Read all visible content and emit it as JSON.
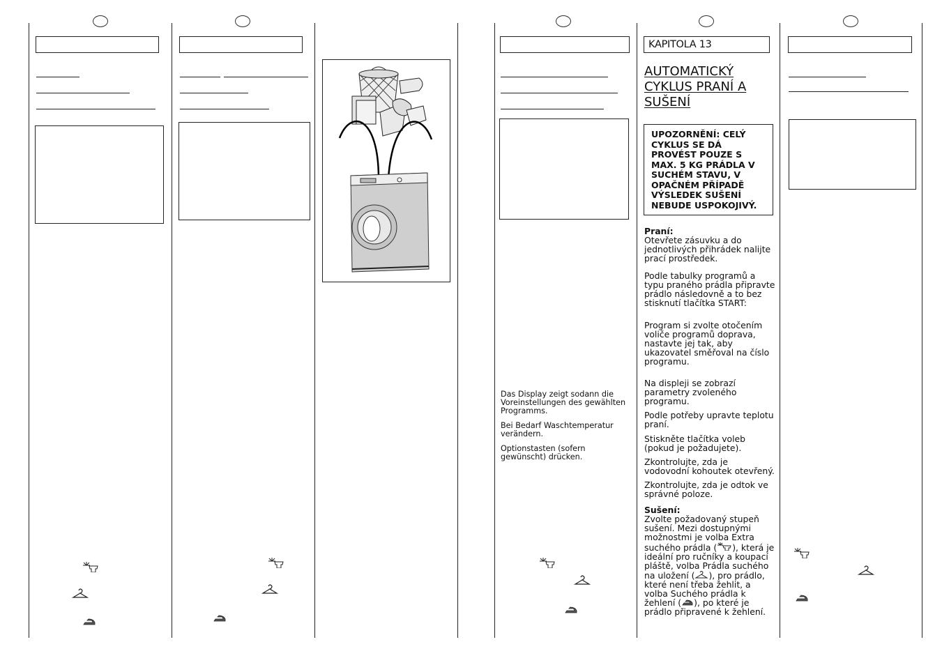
{
  "chapter": {
    "label": "KAPITOLA 13",
    "title": "AUTOMATICKÝ CYKLUS PRANÍ A SUŠENÍ",
    "warning": "UPOZORNĚNÍ: CELÝ CYKLUS SE DÁ PROVÉST POUZE S MAX. 5 KG PRÁDLA V SUCHÉM STAVU, V OPAČNÉM PŘÍPADĚ VÝSLEDEK SUŠENÍ NEBUDE USPOKOJIVÝ."
  },
  "german": {
    "p1": "Das Display zeigt sodann die Voreinstellungen des gewählten Programms.",
    "p2": "Bei Bedarf Waschtemperatur verändern.",
    "p3": "Optionstasten (sofern gewünscht) drücken."
  },
  "czech": {
    "wash_heading": "Praní:",
    "wash_p1": "Otevřete zásuvku a do jednotlivých přihrádek nalijte prací prostředek.",
    "wash_p2": "Podle tabulky programů a typu praného prádla připravte prádlo následovně a to bez stisknutí tlačítka START:",
    "wash_p3": "Program si zvolte otočením voliče programů doprava, nastavte jej tak, aby ukazovatel směřoval na číslo programu.",
    "wash_p4": "Na displeji se zobrazí parametry zvoleného programu.",
    "wash_p5": "Podle potřeby upravte teplotu praní.",
    "wash_p6": "Stiskněte tlačítka voleb (pokud je požadujete).",
    "wash_p7": "Zkontrolujte, zda je vodovodní kohoutek otevřený.",
    "wash_p8": "Zkontrolujte, zda je odtok ve správné poloze.",
    "dry_heading": "Sušení:",
    "dry_p1_a": "Zvolte požadovaný stupeň sušení. Mezi dostupnými možnostmi je volba Extra suchého prádla (",
    "dry_p1_b": "), která je ideální pro ručníky a koupací pláště, volba Prádla suchého na uložení (",
    "dry_p1_c": "), pro prádlo, které není třeba žehlit, a volba Suchého prádla k žehlení (",
    "dry_p1_d": "), po které je prádlo připravené k žehlení."
  },
  "icons": [
    "extra-dry-icon",
    "hanger-icon",
    "iron-icon",
    "laundry-basket-icon",
    "washing-machine-icon"
  ]
}
